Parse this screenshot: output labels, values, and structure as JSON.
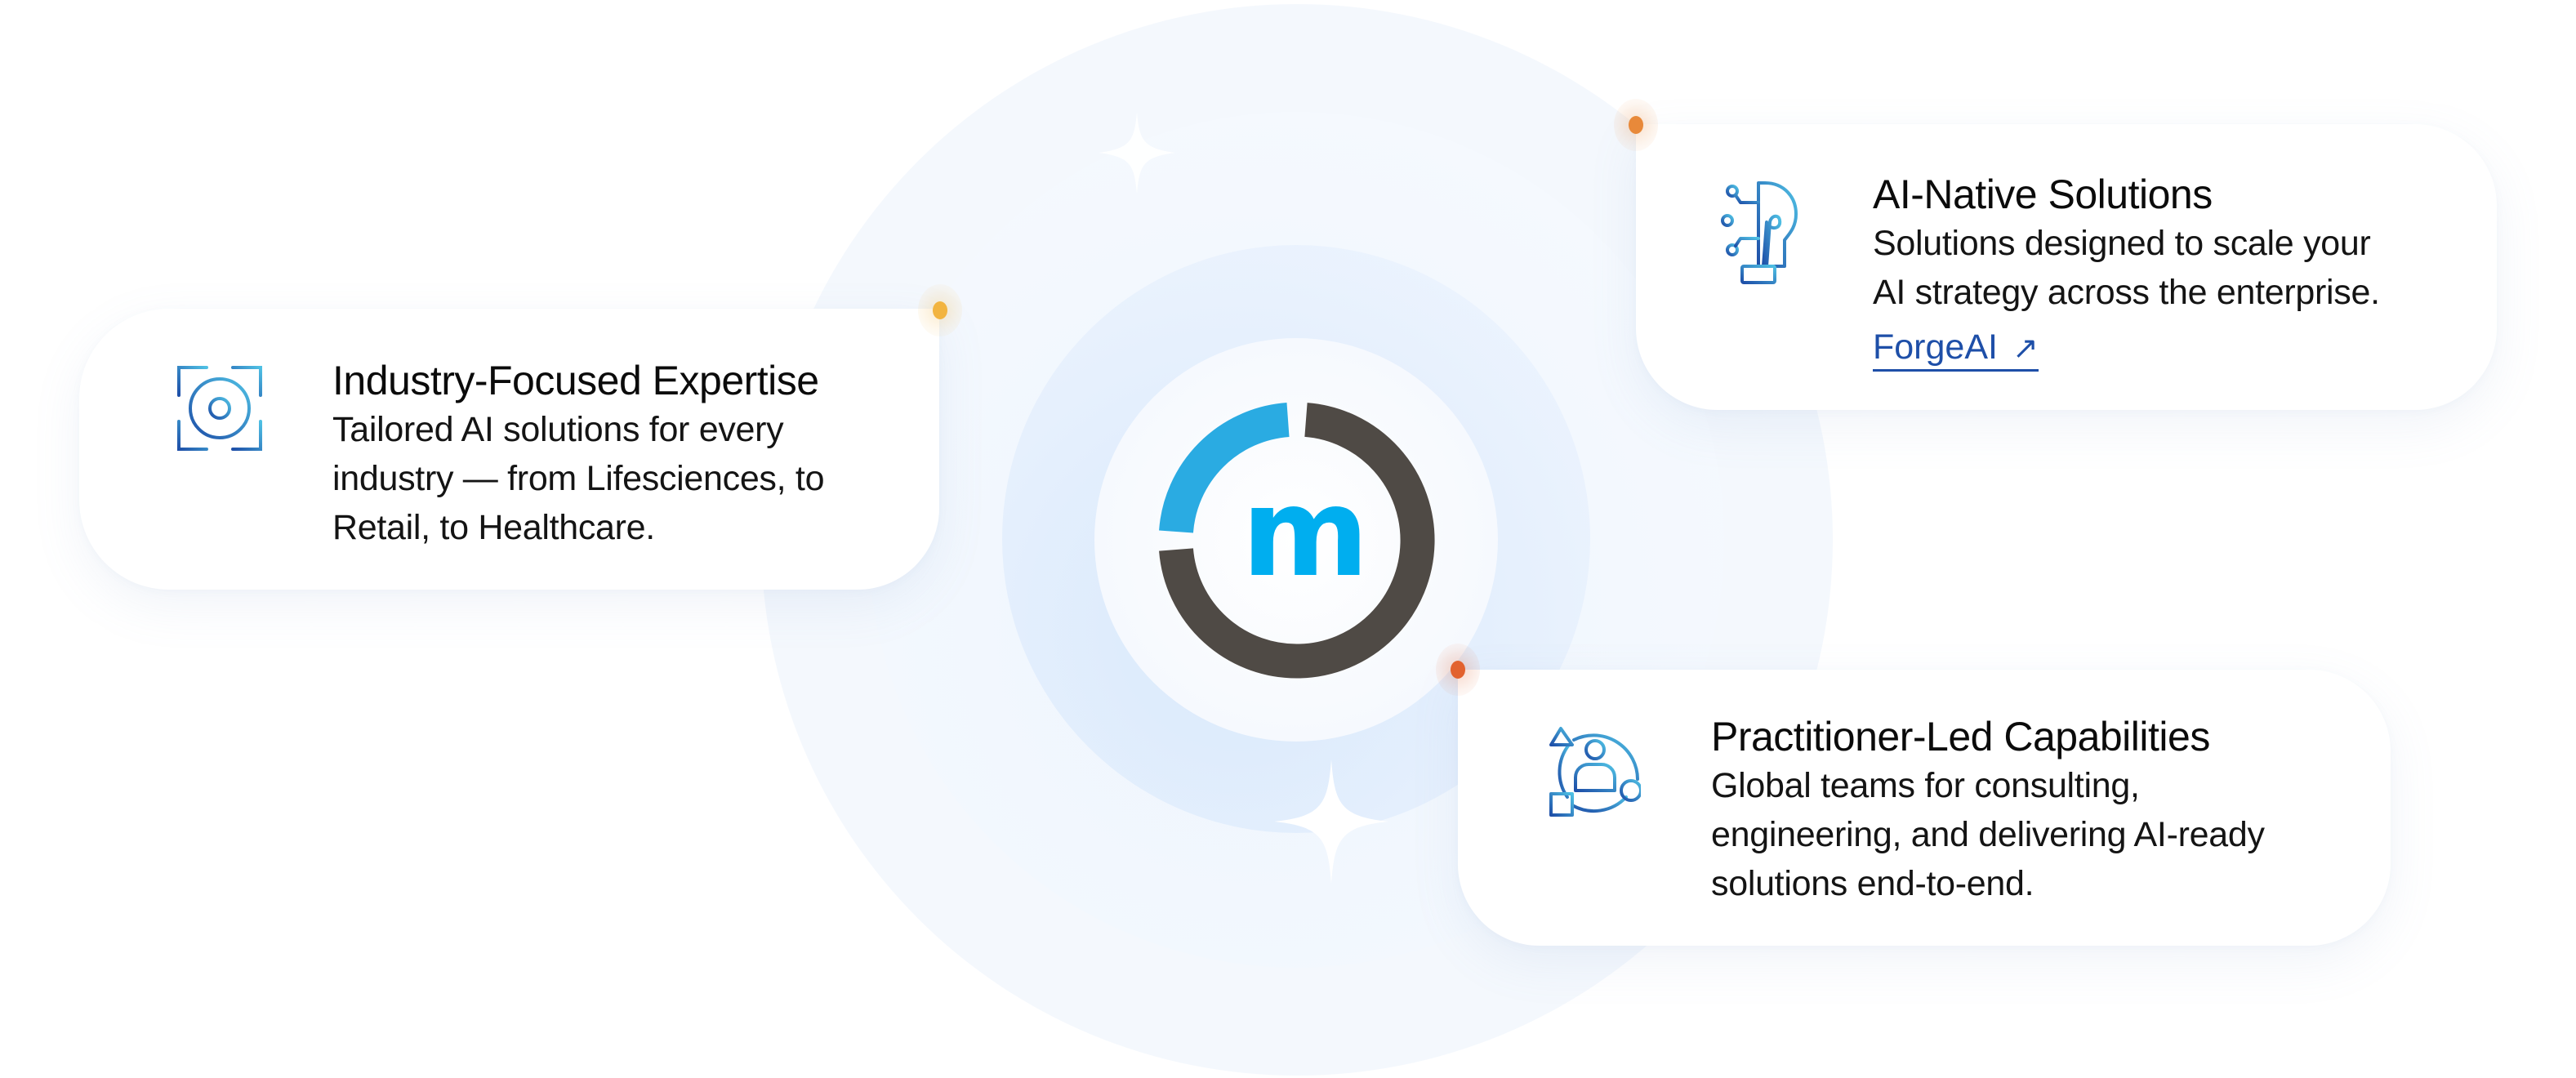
{
  "colors": {
    "logo_blue": "#2AABE2",
    "logo_dark": "#4F4A45",
    "logo_letter": "#00AEEF",
    "link": "#1E4FA8",
    "dot_yellow": "#F2B440",
    "dot_orange": "#E8893A",
    "dot_red": "#E2622E",
    "icon_gradient_start": "#1E4FA8",
    "icon_gradient_end": "#4FC0E4"
  },
  "logo": {
    "letter": "m",
    "icon": "ring-logo-icon"
  },
  "cards": [
    {
      "icon": "target-crosshair-icon",
      "title": "Industry-Focused Expertise",
      "body_lines": [
        "Tailored AI solutions for every",
        "industry — from Lifesciences, to",
        "Retail, to Healthcare."
      ]
    },
    {
      "icon": "lightbulb-circuit-icon",
      "title": "AI-Native Solutions",
      "body_lines": [
        "Solutions designed to scale your",
        "AI strategy across the enterprise."
      ],
      "link": {
        "label": "ForgeAI",
        "icon": "arrow-up-right-icon",
        "arrow_glyph": "↗"
      }
    },
    {
      "icon": "team-cycle-person-icon",
      "title": "Practitioner-Led Capabilities",
      "body_lines": [
        "Global teams for consulting,",
        "engineering, and delivering AI-ready",
        "solutions end-to-end."
      ]
    }
  ]
}
